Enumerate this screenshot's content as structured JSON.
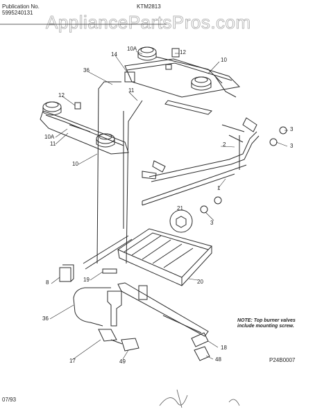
{
  "header": {
    "publication_label": "Publication No.",
    "publication_number": "5995240131",
    "model": "KTM2813"
  },
  "watermark": "AppliancePartsPros.com",
  "note": {
    "line1": "NOTE: Top burner valves",
    "line2": "include mounting screw."
  },
  "diagram_code": "P24B0007",
  "date": "07/93",
  "callouts": {
    "c10a_top": "10A",
    "c12_top": "12",
    "c10_top": "10",
    "c14": "14",
    "c36_top": "36",
    "c11_top": "11",
    "c12_left": "12",
    "c10a_left": "10A",
    "c11_left": "11",
    "c10_left": "10",
    "c3_a": "3",
    "c3_b": "3",
    "c2": "2",
    "c1": "1",
    "c21": "21",
    "c3_c": "3",
    "c8": "8",
    "c19": "19",
    "c20": "20",
    "c36_bottom": "36",
    "c18": "18",
    "c17": "17",
    "c49": "49",
    "c48": "48"
  }
}
